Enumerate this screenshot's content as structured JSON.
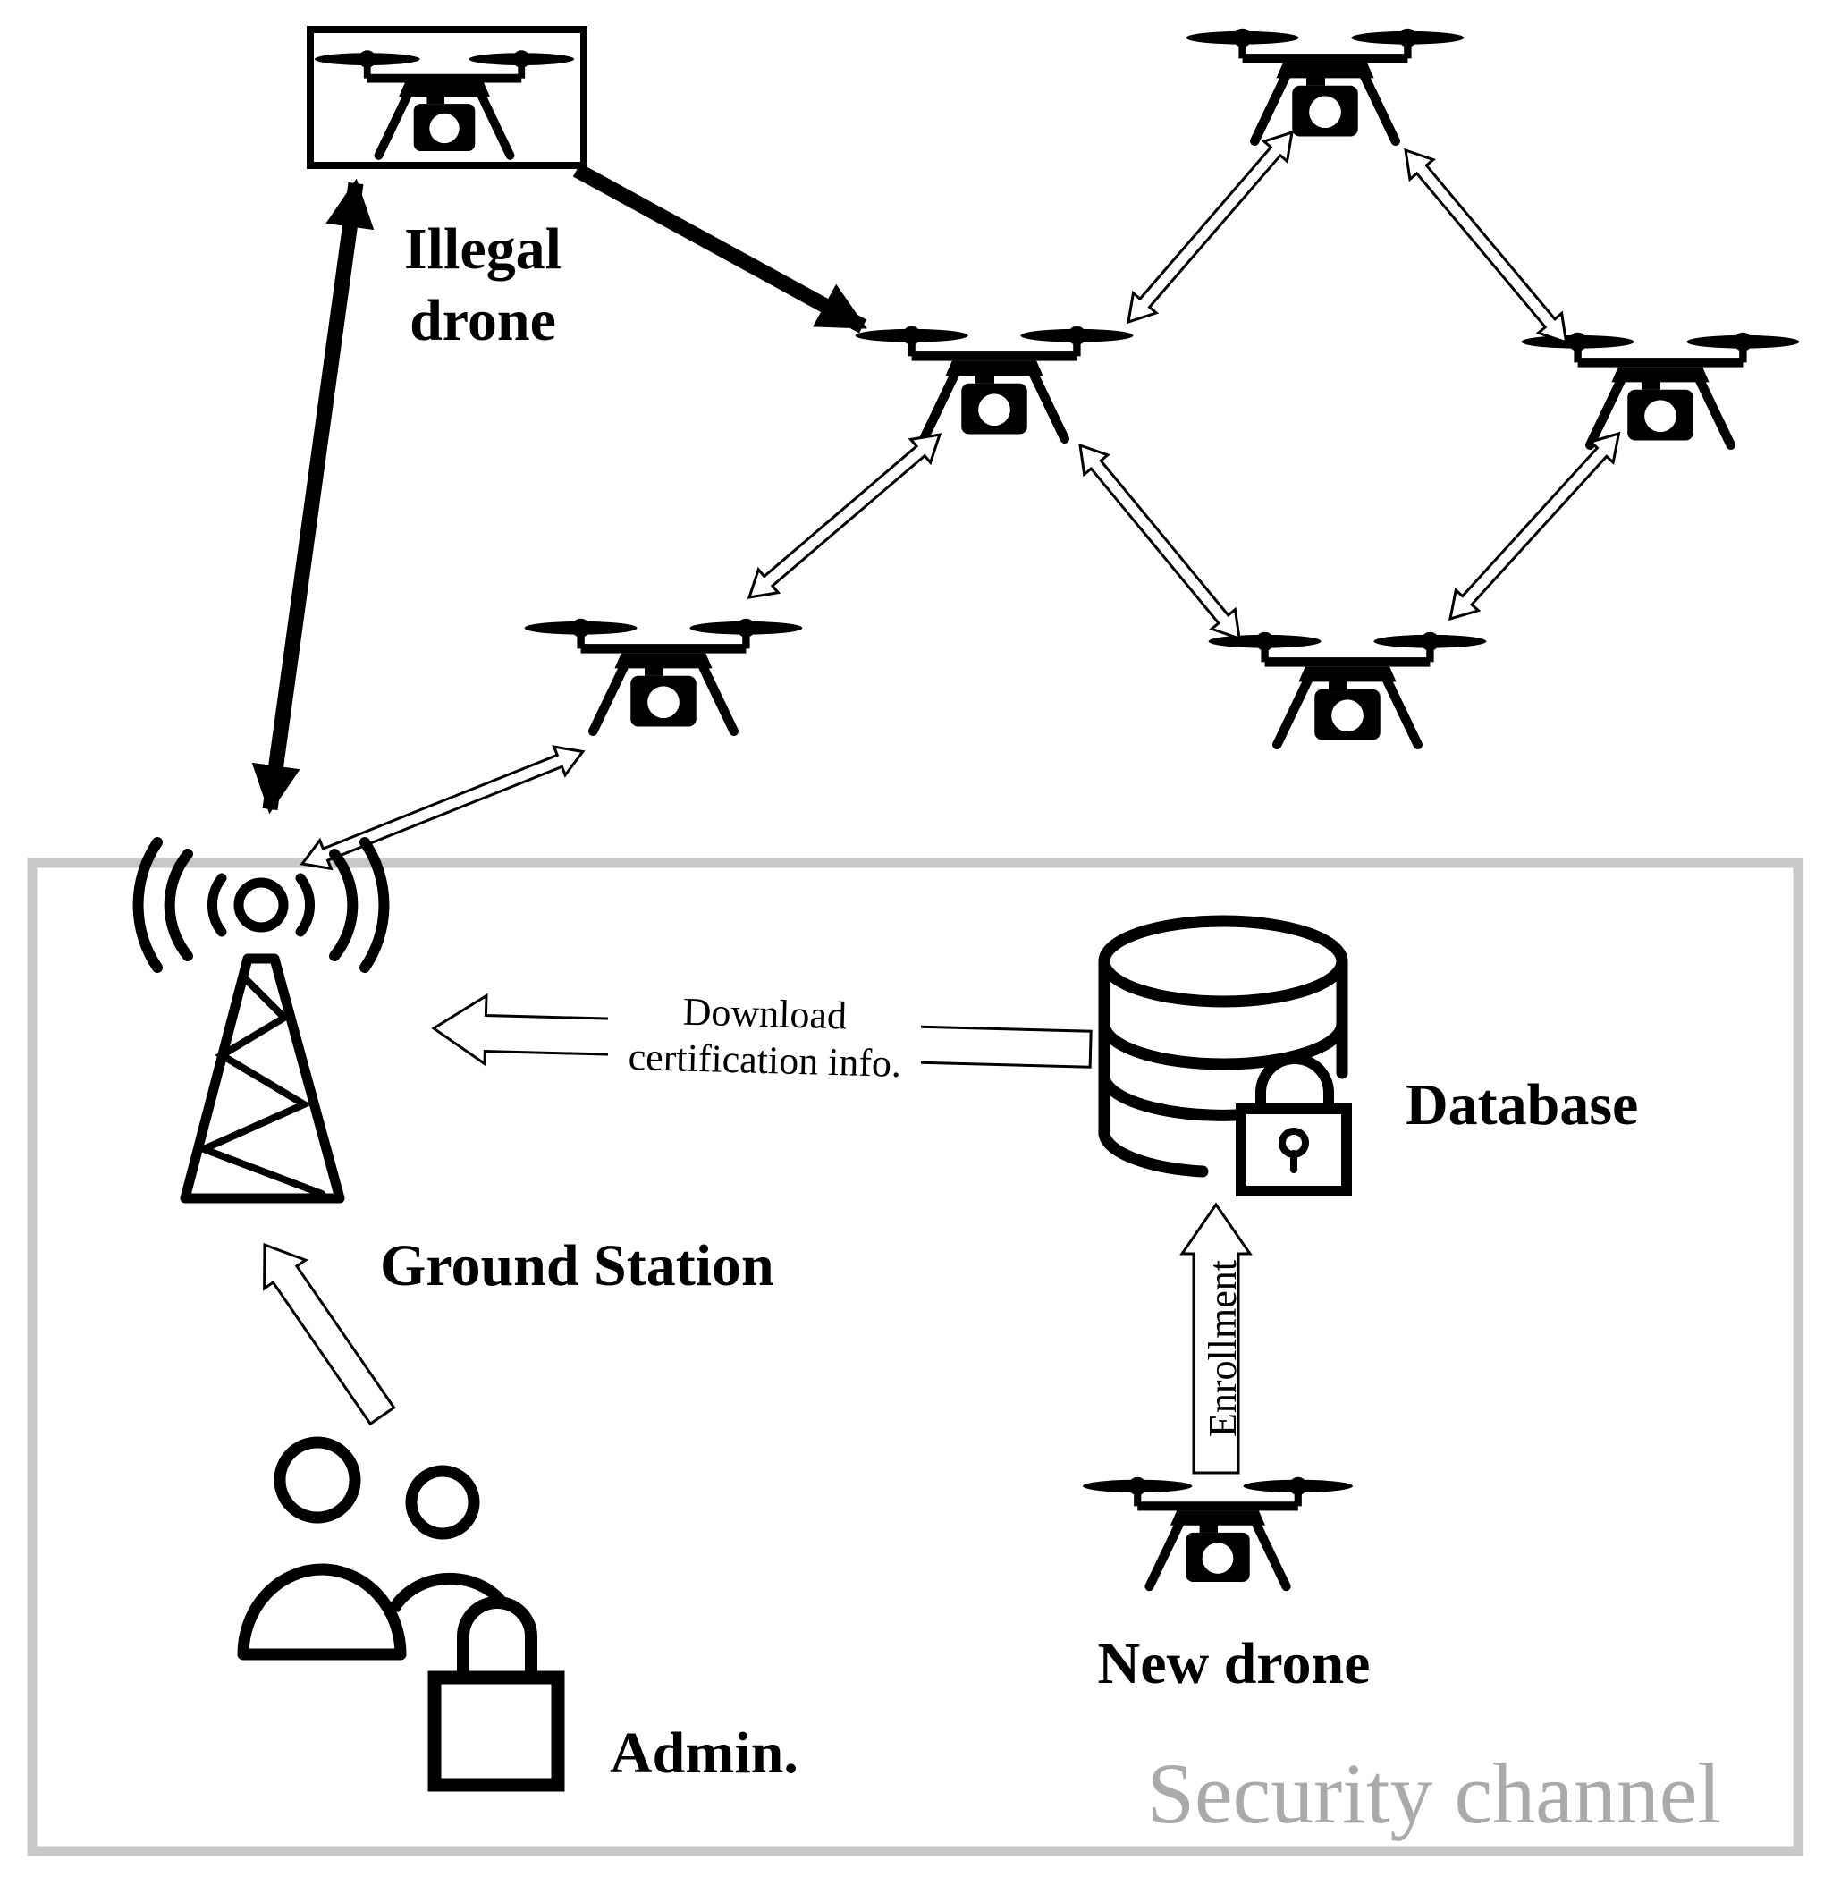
{
  "labels": {
    "illegal_drone_line1": "Illegal",
    "illegal_drone_line2": "drone",
    "ground_station": "Ground Station",
    "database": "Database",
    "new_drone": "New drone",
    "admin": "Admin.",
    "security_channel": "Security channel",
    "download_line1": "Download",
    "download_line2": "certification info.",
    "enrollment": "Enrollment"
  },
  "colors": {
    "stroke": "#000000",
    "security_box": "#c8c8c8",
    "watermark": "#aaaaaa",
    "background": "#ffffff"
  },
  "icons": {
    "drone": "drone-icon",
    "tower": "radio-tower-icon",
    "database": "database-lock-icon",
    "admin": "users-lock-icon"
  }
}
